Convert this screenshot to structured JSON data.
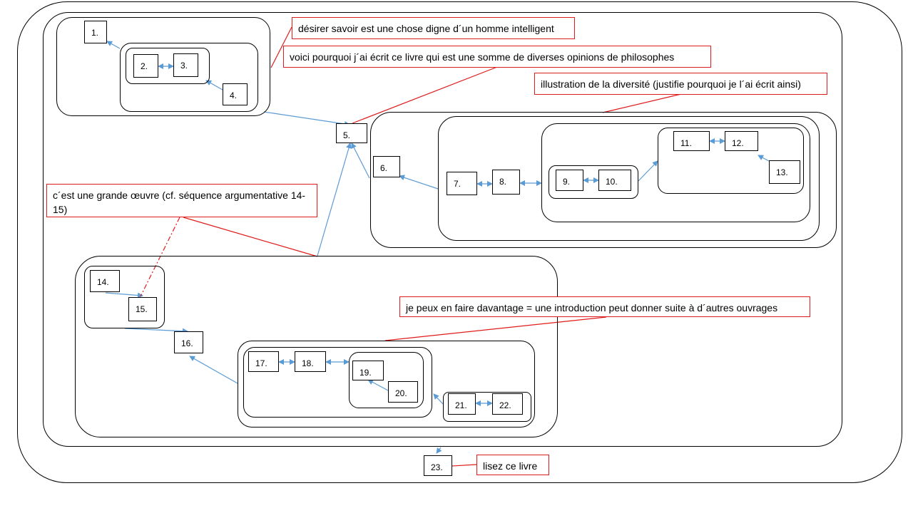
{
  "nodes": {
    "n1": "1.",
    "n2": "2.",
    "n3": "3.",
    "n4": "4.",
    "n5": "5.",
    "n6": "6.",
    "n7": "7.",
    "n8": "8.",
    "n9": "9.",
    "n10": "10.",
    "n11": "11.",
    "n12": "12.",
    "n13": "13.",
    "n14": "14.",
    "n15": "15.",
    "n16": "16.",
    "n17": "17.",
    "n18": "18.",
    "n19": "19.",
    "n20": "20.",
    "n21": "21.",
    "n22": "22.",
    "n23": "23."
  },
  "comments": {
    "c1": "désirer savoir est une chose digne d´un homme  intelligent",
    "c2": "voici pourquoi  j´ai écrit ce livre qui est une somme de diverses opinions de philosophes",
    "c3": "illustration de la diversité (justifie pourquoi  je l´ai écrit ainsi)",
    "c4": "c´est une grande œuvre (cf. séquence argumentative 14-15)",
    "c5": "je peux en faire davantage = une introduction  peut donner suite à d´autres ouvrages",
    "c6": "lisez ce livre"
  },
  "colors": {
    "arrow": "#5b9bd5",
    "comment_border": "#e01b1b",
    "box_border": "#000000"
  }
}
